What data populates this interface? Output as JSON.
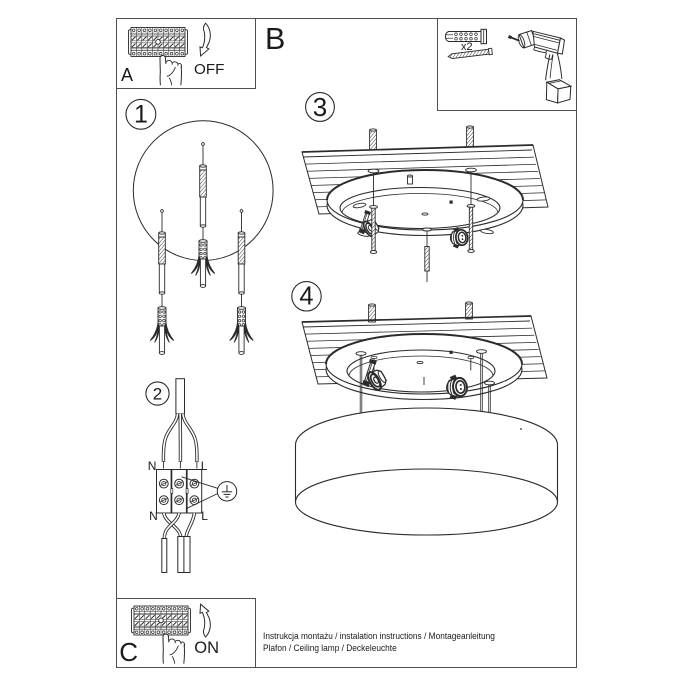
{
  "document": {
    "title_line1": "Instrukcja montażu / instalation instructions / Montageanleitung",
    "title_line2": "Plafon / Ceiling lamp / Deckeleuchte"
  },
  "panels": {
    "a": {
      "label": "A",
      "state": "OFF",
      "icon": "breaker-panel"
    },
    "c": {
      "label": "C",
      "state": "ON",
      "icon": "breaker-panel"
    }
  },
  "section": {
    "label": "B"
  },
  "parts_box": {
    "quantity": "x2",
    "items": [
      "wall-plug-icon",
      "screw-icon",
      "drill-icon"
    ]
  },
  "steps": [
    {
      "number": "1",
      "illustration": "drill-holes-insert-anchors"
    },
    {
      "number": "2",
      "illustration": "wiring-terminal-block"
    },
    {
      "number": "3",
      "illustration": "attach-mounting-plate"
    },
    {
      "number": "4",
      "illustration": "attach-lampshade"
    }
  ],
  "wiring": {
    "neutral_top": "N",
    "live_top": "L",
    "neutral_bottom": "N",
    "live_bottom": "L",
    "ground_icon": "earth-ground-icon"
  },
  "colors": {
    "line": "#2b2b2b",
    "frame": "#4f4f4f",
    "background": "#ffffff"
  }
}
